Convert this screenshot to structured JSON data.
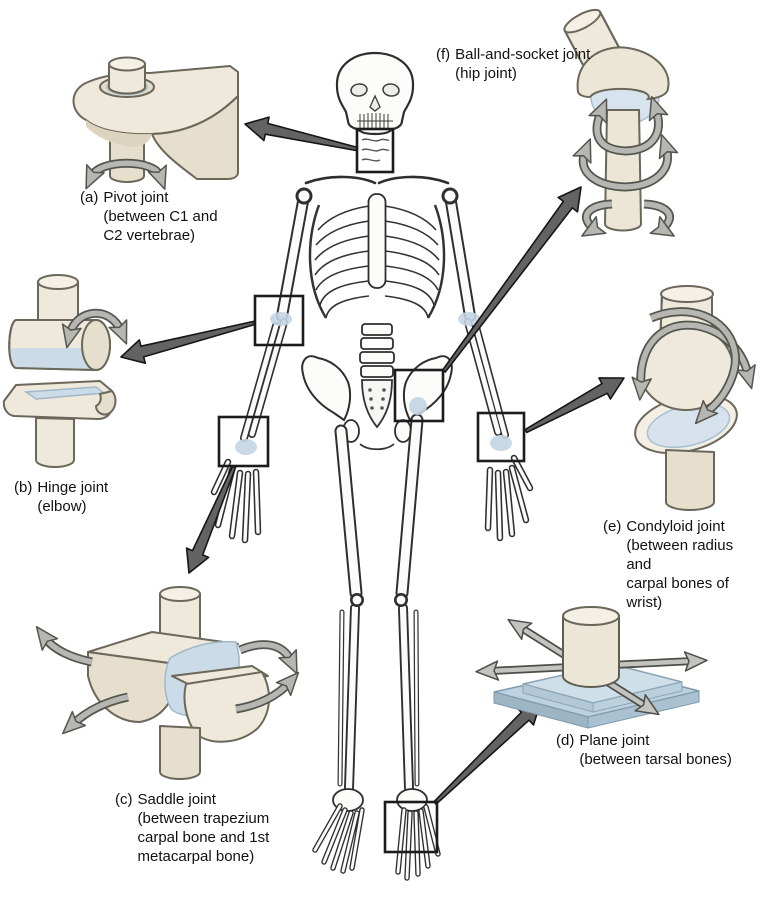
{
  "joints": [
    {
      "id": "(a)",
      "name": "Pivot joint",
      "detail": "(between C1 and\nC2 vertebrae)"
    },
    {
      "id": "(b)",
      "name": "Hinge joint",
      "detail": "(elbow)"
    },
    {
      "id": "(c)",
      "name": "Saddle joint",
      "detail": "(between trapezium\ncarpal bone and 1st\nmetacarpal bone)"
    },
    {
      "id": "(d)",
      "name": "Plane joint",
      "detail": "(between tarsal bones)"
    },
    {
      "id": "(e)",
      "name": "Condyloid joint",
      "detail": "(between radius and\ncarpal bones of wrist)"
    },
    {
      "id": "(f)",
      "name": "Ball-and-socket joint",
      "detail": "(hip joint)"
    }
  ],
  "colors": {
    "bone_cream": "#efe9dc",
    "articular_blue": "#ccdbe8",
    "ribbon_arrow_gray": "#b6b6b2",
    "pointer_arrow_gray": "#636363",
    "skeleton_outline": "#2e2e2e"
  }
}
